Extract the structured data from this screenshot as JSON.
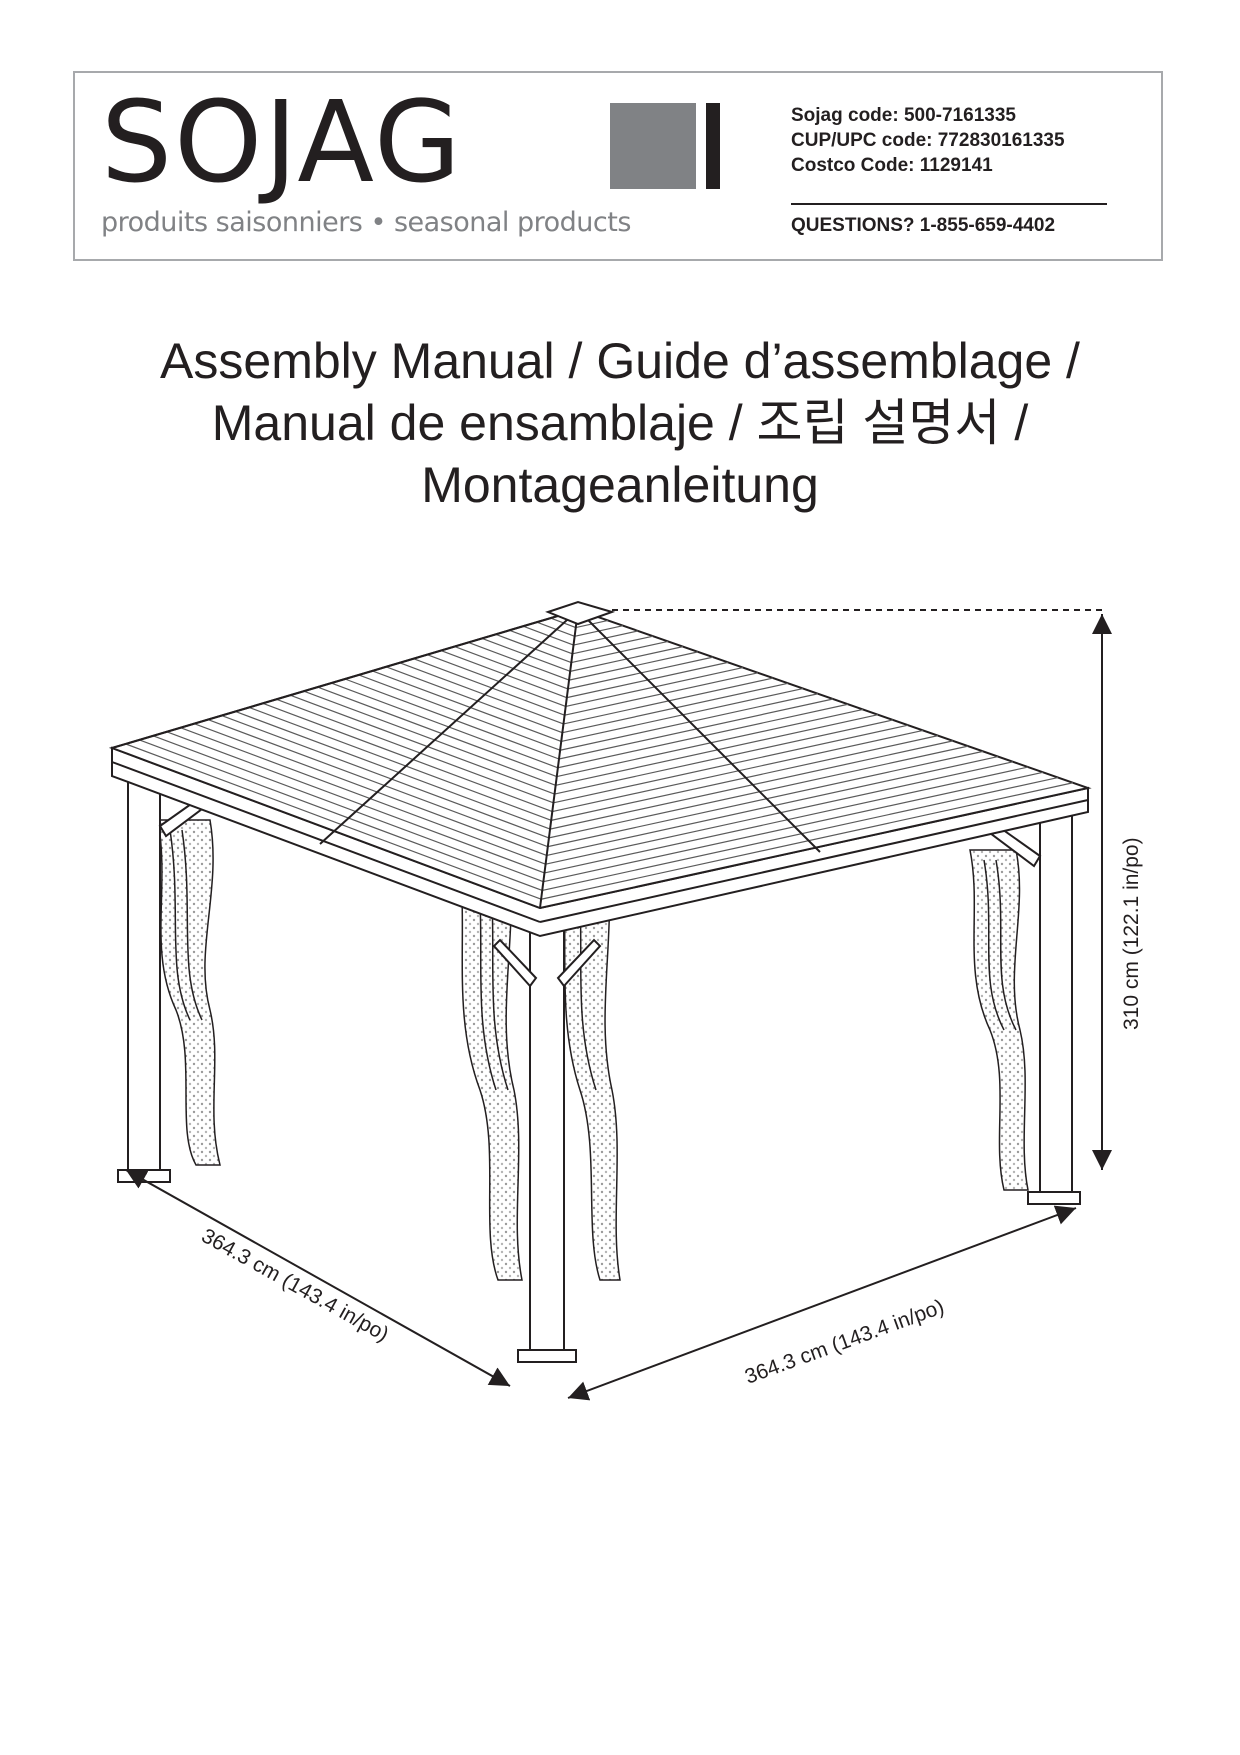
{
  "header": {
    "logo_text": "SOJAG",
    "tagline": "produits saisonniers • seasonal products",
    "codes": [
      "Sojag code: 500-7161335",
      "CUP/UPC code: 772830161335",
      "Costco Code: 1129141"
    ],
    "questions": "QUESTIONS? 1-855-659-4402"
  },
  "title": {
    "line1": "Assembly Manual / Guide d’assemblage /",
    "line2": "Manual de ensamblaje / 조립 설명서 /",
    "line3": "Montageanleitung"
  },
  "figure": {
    "height_label": "310 cm (122.1 in/po)",
    "depth_label": "364.3 cm (143.4 in/po)",
    "width_label": "364.3 cm (143.4 in/po)"
  },
  "colors": {
    "ink": "#231f20",
    "logo_gray": "#808285",
    "border_gray": "#a7a9ac"
  }
}
